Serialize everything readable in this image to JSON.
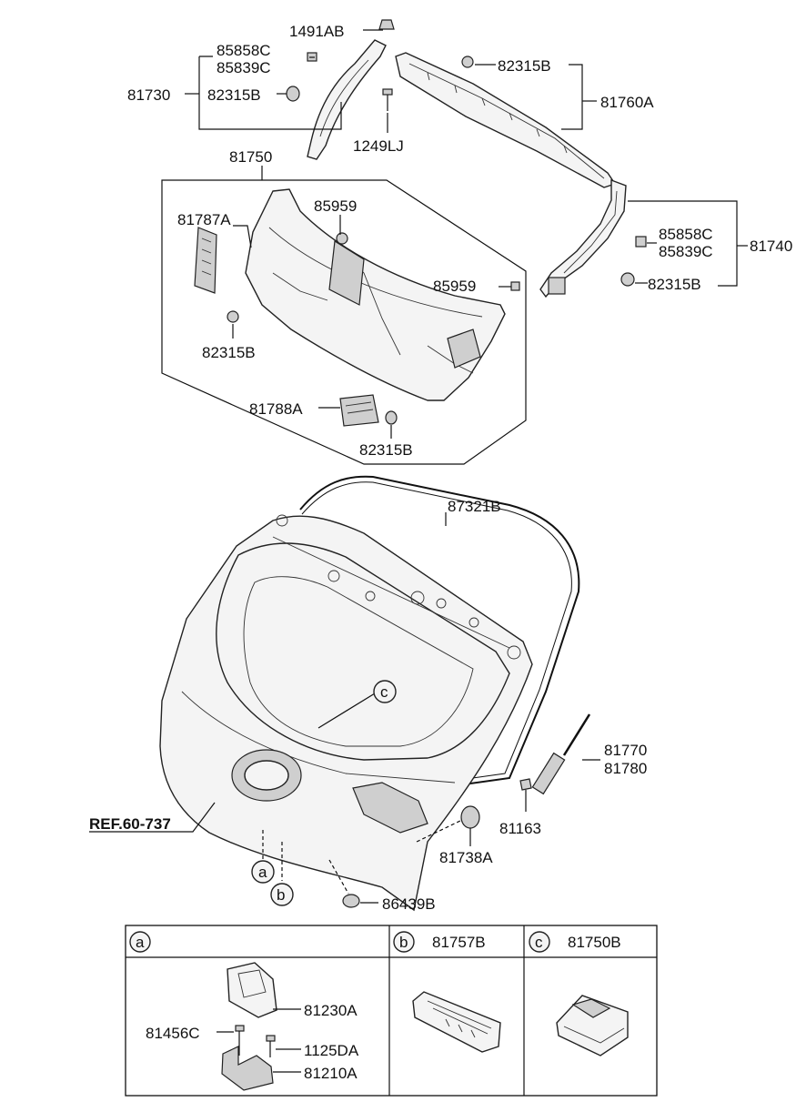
{
  "labels": {
    "p1491AB": "1491AB",
    "p85858C_top": "85858C",
    "p85839C_top": "85839C",
    "p81730": "81730",
    "p82315B_left": "82315B",
    "p82315B_top": "82315B",
    "p81760A": "81760A",
    "p1249LJ": "1249LJ",
    "p81750": "81750",
    "p81787A": "81787A",
    "p85959_a": "85959",
    "p85959_b": "85959",
    "p82315B_mid": "82315B",
    "p81788A": "81788A",
    "p82315B_low": "82315B",
    "p85858C_right": "85858C",
    "p85839C_right": "85839C",
    "p81740": "81740",
    "p82315B_right": "82315B",
    "p87321B": "87321B",
    "pC_callout": "c",
    "p81770": "81770",
    "p81780": "81780",
    "p81163": "81163",
    "pREF": "REF.60-737",
    "pA_callout": "a",
    "pB_callout": "b",
    "p81738A": "81738A",
    "p86439B": "86439B"
  },
  "table": {
    "a_letter": "a",
    "b_letter": "b",
    "b_part": "81757B",
    "c_letter": "c",
    "c_part": "81750B",
    "p81230A": "81230A",
    "p81456C": "81456C",
    "p1125DA": "1125DA",
    "p81210A": "81210A"
  },
  "icons": [
    "clip-icon",
    "bolt-icon",
    "screw-icon",
    "latch-icon",
    "bumper-icon",
    "strut-icon"
  ],
  "colors": {
    "line": "#111111",
    "part_fill": "#f4f4f4",
    "part_shade": "#cfcfcf"
  }
}
